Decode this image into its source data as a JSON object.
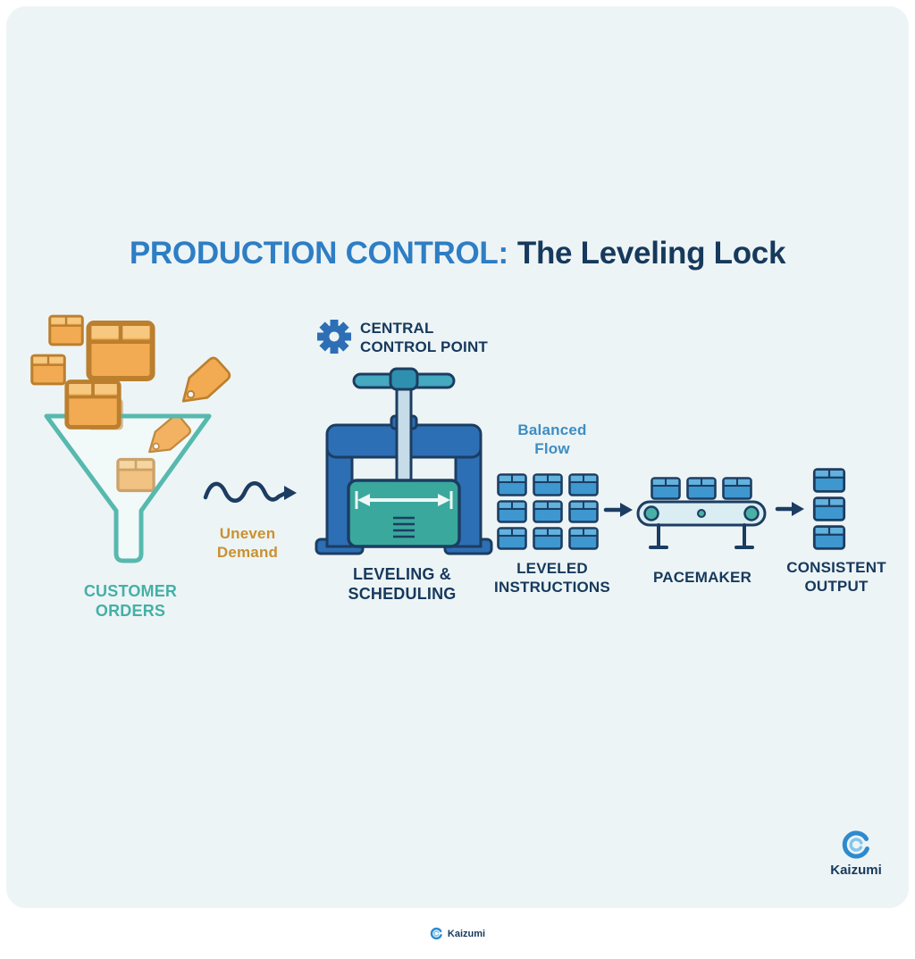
{
  "title": {
    "highlight": "PRODUCTION CONTROL:",
    "rest": "The Leveling Lock"
  },
  "labels": {
    "customer_orders": {
      "line1": "CUSTOMER",
      "line2": "ORDERS"
    },
    "uneven_demand": {
      "line1": "Uneven",
      "line2": "Demand"
    },
    "central_control_point": {
      "line1": "CENTRAL",
      "line2": "CONTROL POINT"
    },
    "leveling_scheduling": {
      "line1": "LEVELING &",
      "line2": "SCHEDULING"
    },
    "balanced_flow": {
      "line1": "Balanced",
      "line2": "Flow"
    },
    "leveled_instructions": {
      "line1": "LEVELED",
      "line2": "INSTRUCTIONS"
    },
    "pacemaker": {
      "label": "PACEMAKER"
    },
    "consistent_output": {
      "line1": "CONSISTENT",
      "line2": "OUTPUT"
    }
  },
  "branding": {
    "name": "Kaizumi",
    "footer_name": "Kaizumi"
  },
  "art": {
    "instruction_grid": {
      "rows": 3,
      "cols": 3
    },
    "conveyor_boxes": 3,
    "output_boxes": 3
  },
  "colors": {
    "background": "#edf4f6",
    "title_highlight": "#2e7ec4",
    "navy": "#16395c",
    "teal": "#45b0a5",
    "amber": "#c9912f",
    "flow_blue": "#3d8dc3",
    "frame_blue": "#2d6fb5",
    "box_blue": "#3e97cf",
    "box_orange": "#f2ab52",
    "logo_blue": "#2e8ace"
  }
}
